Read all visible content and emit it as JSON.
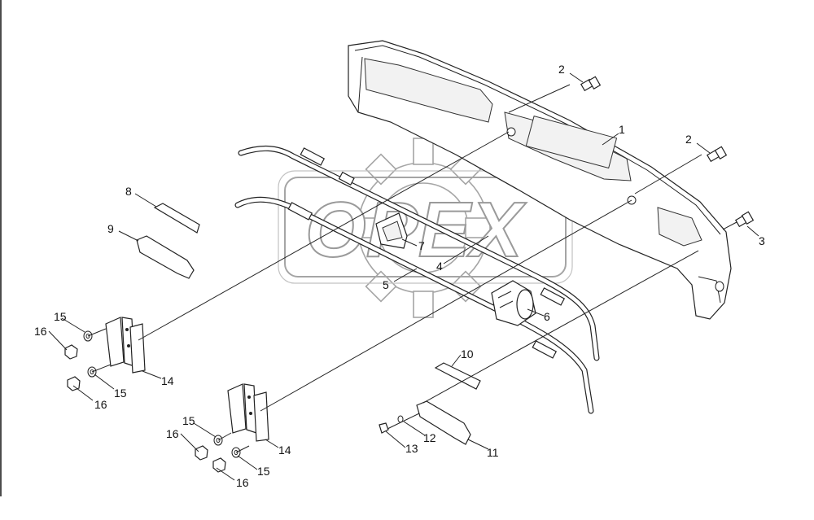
{
  "watermark": {
    "text": "OPEX"
  },
  "callouts": [
    {
      "id": "c1",
      "text": "1"
    },
    {
      "id": "c2a",
      "text": "2"
    },
    {
      "id": "c2b",
      "text": "2"
    },
    {
      "id": "c3",
      "text": "3"
    },
    {
      "id": "c4",
      "text": "4"
    },
    {
      "id": "c5",
      "text": "5"
    },
    {
      "id": "c6",
      "text": "6"
    },
    {
      "id": "c7",
      "text": "7"
    },
    {
      "id": "c8",
      "text": "8"
    },
    {
      "id": "c9",
      "text": "9"
    },
    {
      "id": "c10",
      "text": "10"
    },
    {
      "id": "c11",
      "text": "11"
    },
    {
      "id": "c12",
      "text": "12"
    },
    {
      "id": "c13",
      "text": "13"
    },
    {
      "id": "c14a",
      "text": "14"
    },
    {
      "id": "c14b",
      "text": "14"
    },
    {
      "id": "c15a",
      "text": "15"
    },
    {
      "id": "c15b",
      "text": "15"
    },
    {
      "id": "c15c",
      "text": "15"
    },
    {
      "id": "c15d",
      "text": "15"
    },
    {
      "id": "c16a",
      "text": "16"
    },
    {
      "id": "c16b",
      "text": "16"
    },
    {
      "id": "c16c",
      "text": "16"
    },
    {
      "id": "c16d",
      "text": "16"
    }
  ]
}
